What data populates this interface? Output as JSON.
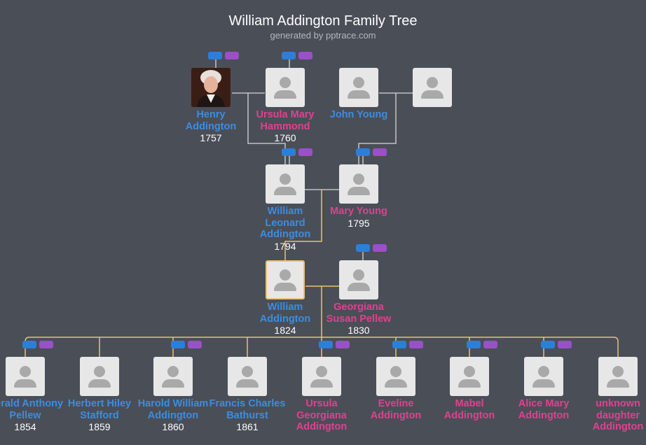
{
  "header": {
    "title": "William Addington Family Tree",
    "subtitle": "generated by pptrace.com"
  },
  "people": {
    "henry": {
      "name": "Henry Addington",
      "year": "1757",
      "gender": "male"
    },
    "ursula_mary": {
      "name": "Ursula Mary Hammond",
      "year": "1760",
      "gender": "female"
    },
    "john_young": {
      "name": "John Young",
      "year": "",
      "gender": "male"
    },
    "john_young_spouse": {
      "name": "",
      "year": "",
      "gender": "female"
    },
    "william_leonard": {
      "name": "William Leonard Addington",
      "year": "1794",
      "gender": "male"
    },
    "mary_young": {
      "name": "Mary Young",
      "year": "1795",
      "gender": "female"
    },
    "william": {
      "name": "William Addington",
      "year": "1824",
      "gender": "male",
      "selected": true
    },
    "georgiana": {
      "name": "Georgiana Susan Pellew",
      "year": "1830",
      "gender": "female"
    }
  },
  "children": [
    {
      "name": "Gerald Anthony Pellew",
      "year": "1854",
      "gender": "male"
    },
    {
      "name": "Herbert Hiley Stafford",
      "year": "1859",
      "gender": "male"
    },
    {
      "name": "Harold William Addington",
      "year": "1860",
      "gender": "male"
    },
    {
      "name": "Francis Charles Bathurst",
      "year": "1861",
      "gender": "male"
    },
    {
      "name": "Ursula Georgiana Addington",
      "year": "",
      "gender": "female"
    },
    {
      "name": "Eveline Addington",
      "year": "",
      "gender": "female"
    },
    {
      "name": "Mabel Addington",
      "year": "",
      "gender": "female"
    },
    {
      "name": "Alice Mary Addington",
      "year": "",
      "gender": "female"
    },
    {
      "name": "unknown daughter Addington",
      "year": "",
      "gender": "female"
    }
  ],
  "colors": {
    "background": "#4a4e57",
    "male_name": "#3b8de2",
    "female_name": "#e0418f",
    "selected_line": "#e8c46a",
    "line": "#d8d8d8",
    "father_badge": "#2b7fd9",
    "mother_badge": "#9a50c8"
  },
  "icons": {
    "placeholder": "person-silhouette-icon",
    "badges": "parent-badge-icon"
  }
}
